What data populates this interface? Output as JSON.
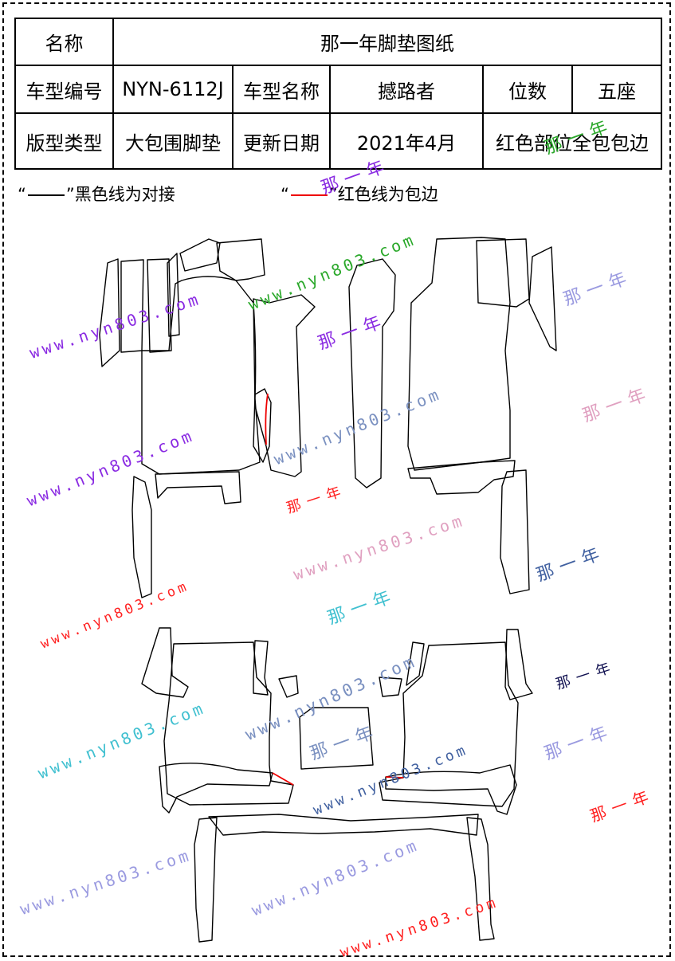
{
  "table": {
    "name_label": "名称",
    "name_value": "那一年脚垫图纸",
    "model_code_label": "车型编号",
    "model_code_value": "NYN-6112J",
    "model_name_label": "车型名称",
    "model_name_value": "撼路者",
    "seats_label": "位数",
    "seats_value": "五座",
    "pattern_type_label": "版型类型",
    "pattern_type_value": "大包围脚垫",
    "update_label": "更新日期",
    "update_value": "2021年4月",
    "red_note": "红色部位全包包边"
  },
  "legend": {
    "black_open": "“",
    "black_close": "”黑色线为对接",
    "red_open": "“",
    "red_close": "”红色线为包边"
  },
  "watermarks": {
    "url_text": "www.nyn803.com",
    "brand_text": "那一年",
    "colors": [
      "#8a2be2",
      "#2aa82a",
      "#ff2020",
      "#e0a0c0",
      "#7a90c0",
      "#40c0d0",
      "#4060a0",
      "#9a9ae0",
      "#101050"
    ]
  }
}
